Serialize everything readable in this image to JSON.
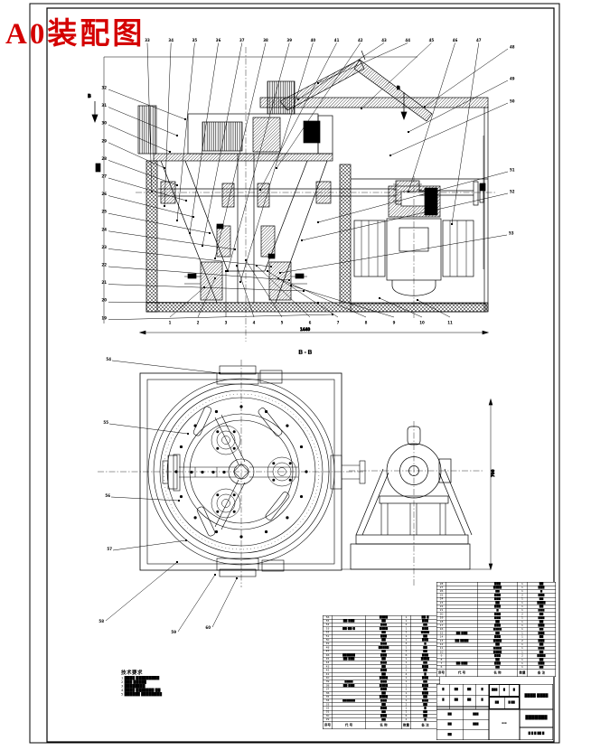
{
  "drawing": {
    "overlay_title": "A0装配图",
    "overlay_color": "#d40000",
    "section_label": "B-B",
    "section_arrow_letter": "B",
    "dim_front_width": "1440",
    "dim_motor_height": "700"
  },
  "balloons": {
    "top": [
      "33",
      "34",
      "35",
      "36",
      "37",
      "38",
      "39",
      "40",
      "41",
      "42",
      "43",
      "44",
      "45",
      "46",
      "47"
    ],
    "right": [
      "48",
      "49",
      "50",
      "51",
      "52",
      "53"
    ],
    "left": [
      "32",
      "31",
      "30",
      "29",
      "28",
      "27",
      "26",
      "25",
      "24",
      "23",
      "22",
      "21",
      "20",
      "19"
    ],
    "front_bottom": [
      "1",
      "2",
      "3",
      "4",
      "5",
      "6",
      "7",
      "8",
      "9",
      "10",
      "11"
    ],
    "plan_left": [
      "54",
      "55",
      "56",
      "57"
    ],
    "plan_bottom": [
      "58",
      "59",
      "60"
    ]
  },
  "notes": {
    "heading": "技术要求",
    "lines": [
      "1 ████ █████████",
      "2 ███ █████",
      "3 ████████",
      "4 ████ ███████ ██",
      "5 ██████ ████████"
    ]
  },
  "bom_left": {
    "headers": [
      "序号",
      "代 号",
      "名 称",
      "数量",
      "备 注"
    ],
    "rows": [
      [
        "56",
        "",
        "████",
        "1",
        "██-█"
      ],
      [
        "55",
        "██-███",
        "██",
        "1",
        "███"
      ],
      [
        "54",
        "",
        "███",
        "2",
        "██"
      ],
      [
        "53",
        "██-██-█",
        "████",
        "1",
        "███"
      ],
      [
        "52",
        "",
        "██",
        "1",
        "████"
      ],
      [
        "51",
        "",
        "███",
        "1",
        "██"
      ],
      [
        "50",
        "",
        "██",
        "1",
        "███"
      ],
      [
        "49",
        "",
        "███",
        "4",
        "█"
      ],
      [
        "48",
        "",
        "█████",
        "1",
        "██"
      ],
      [
        "47",
        "",
        "██",
        "2",
        "██"
      ],
      [
        "46",
        "██████",
        "███",
        "6",
        "███"
      ],
      [
        "45",
        "██-███",
        "██",
        "1",
        "████"
      ],
      [
        "44",
        "",
        "███",
        "1",
        "██"
      ],
      [
        "43",
        "",
        "██",
        "2",
        "███"
      ],
      [
        "42",
        "",
        "███",
        "1",
        "██"
      ],
      [
        "41",
        "",
        "██",
        "4",
        "█"
      ],
      [
        "40",
        "",
        "████",
        "1",
        "███"
      ],
      [
        "39",
        "████",
        "███",
        "1",
        "██"
      ],
      [
        "38",
        "██-███",
        "████",
        "1",
        "███"
      ],
      [
        "37",
        "",
        "███",
        "2",
        "██"
      ],
      [
        "36",
        "",
        "██",
        "1",
        "███"
      ],
      [
        "35",
        "",
        "████",
        "1",
        "██"
      ],
      [
        "34",
        "██████",
        "███",
        "1",
        "███"
      ],
      [
        "33",
        "",
        "██",
        "2",
        "██"
      ],
      [
        "32",
        "",
        "███",
        "1",
        "█"
      ],
      [
        "31",
        "",
        "██",
        "1",
        "██"
      ],
      [
        "30",
        "",
        "███",
        "6",
        "██"
      ],
      [
        "29",
        "",
        "██",
        "2",
        "█"
      ]
    ]
  },
  "bom_right": {
    "headers": [
      "序号",
      "代 号",
      "名 称",
      "数量",
      "备 注"
    ],
    "rows": [
      [
        "28",
        "",
        "███",
        "1",
        "██"
      ],
      [
        "27",
        "",
        "████",
        "1",
        "███"
      ],
      [
        "26",
        "",
        "██",
        "1",
        "█"
      ],
      [
        "25",
        "",
        "███",
        "2",
        "███"
      ],
      [
        "24",
        "",
        "███",
        "1",
        "██"
      ],
      [
        "23",
        "",
        "██",
        "1",
        "████"
      ],
      [
        "22",
        "",
        "███",
        "1",
        "██"
      ],
      [
        "21",
        "",
        "█",
        "1",
        "███"
      ],
      [
        "20",
        "",
        "███",
        "2",
        "██"
      ],
      [
        "19",
        "",
        "███",
        "1",
        "███"
      ],
      [
        "18",
        "",
        "██",
        "1",
        "██"
      ],
      [
        "17",
        "",
        "███",
        "1",
        "███"
      ],
      [
        "16",
        "",
        "████",
        "1",
        "██"
      ],
      [
        "15",
        "██-███",
        "██",
        "1",
        "███"
      ],
      [
        "14",
        "",
        "███",
        "1",
        "██"
      ],
      [
        "13",
        "██-████",
        "████",
        "2",
        "███"
      ],
      [
        "12",
        "",
        "██",
        "1",
        "██"
      ],
      [
        "11",
        "",
        "████",
        "1",
        "███"
      ],
      [
        "10",
        "",
        "████",
        "1",
        "██"
      ],
      [
        "9",
        "",
        "███",
        "2",
        "████"
      ],
      [
        "8",
        "",
        "██",
        "1",
        "██"
      ],
      [
        "7",
        "██-███",
        "███",
        "1",
        "███"
      ],
      [
        "6",
        "",
        "██",
        "1",
        "██"
      ]
    ]
  },
  "title_block": {
    "sign_rows": [
      [
        "█",
        "██",
        "██",
        "█"
      ],
      [
        "█",
        "██",
        "██",
        "█"
      ],
      [
        "",
        "",
        "",
        ""
      ],
      [
        "",
        "",
        "",
        ""
      ]
    ],
    "design_rows": [
      [
        "██",
        "███"
      ],
      [
        "██",
        "███"
      ],
      [
        "██",
        ""
      ]
    ],
    "stage": [
      "███",
      "█",
      "█"
    ],
    "scale": [
      "██",
      "█:██"
    ],
    "signature_dash": "▬▬",
    "company": "████ ████",
    "drawing_no": "███████",
    "sheet": "█ █  █ ██ █"
  }
}
